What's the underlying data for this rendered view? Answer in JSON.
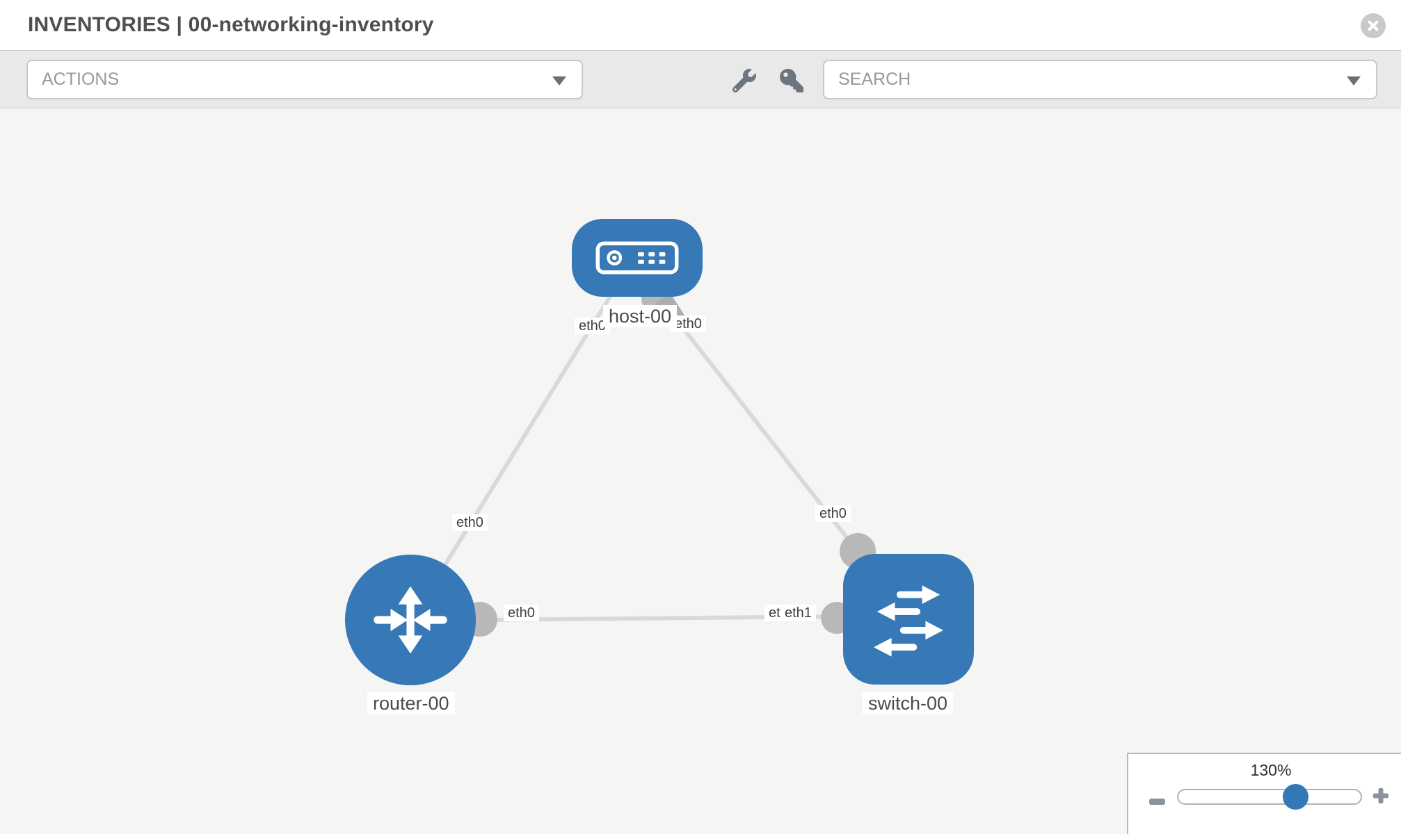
{
  "header": {
    "title": "INVENTORIES | 00-networking-inventory"
  },
  "toolbar": {
    "actions_label": "ACTIONS",
    "search_label": "SEARCH"
  },
  "topology": {
    "nodes": [
      {
        "label": "host-00",
        "type": "host"
      },
      {
        "label": "router-00",
        "type": "router"
      },
      {
        "label": "switch-00",
        "type": "switch"
      }
    ],
    "links": [
      {
        "from": "host-00",
        "to": "router-00",
        "from_if": "eth0",
        "to_if": "eth0"
      },
      {
        "from": "host-00",
        "to": "switch-00",
        "from_if": "eth0",
        "to_if": "eth0"
      },
      {
        "from": "router-00",
        "to": "switch-00",
        "from_if": "eth0",
        "to_if": "eth1",
        "to_if_overlapped": "eth1"
      }
    ]
  },
  "zoom": {
    "level": "130%"
  },
  "icons": {
    "close": "close-icon",
    "wrench": "wrench-icon",
    "key": "key-icon",
    "chevron": "chevron-down-icon",
    "zoom_out": "minus-icon",
    "zoom_in": "plus-icon"
  },
  "colors": {
    "node_blue": "#3679b6",
    "link_gray": "#d9d9d9",
    "port_gray": "#b8b8b8",
    "canvas_bg": "#f5f5f4",
    "toolbar_bg": "#e9e9e9"
  }
}
